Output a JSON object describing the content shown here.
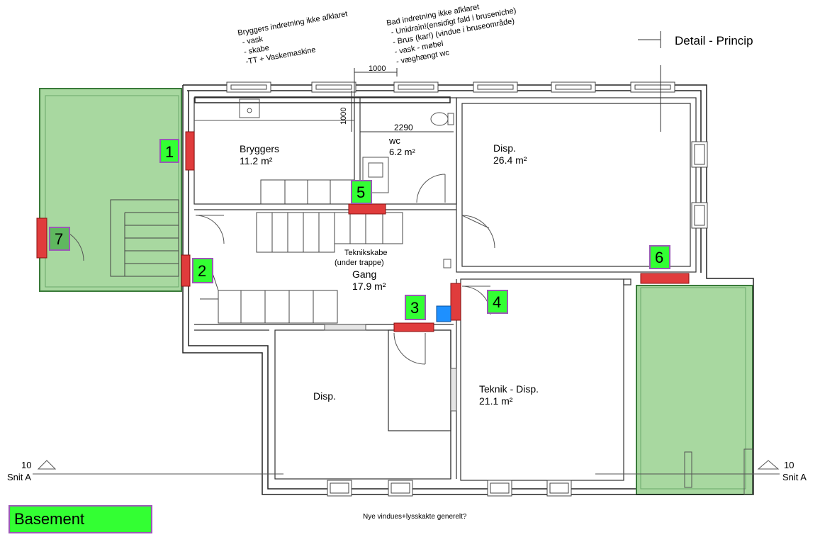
{
  "notes": {
    "bryggers": [
      "Bryggers indretning ikke afklaret",
      "- vask",
      "- skabe",
      "-TT + Vaskemaskine"
    ],
    "bad": [
      "Bad indretning ikke afklaret",
      "- Unidrain!(ensidigt fald i bruseniche)",
      "- Brus (kar!) (vindue i bruseområde)",
      "- vask - møbel",
      "- væghængt wc"
    ],
    "detail": "Detail - Princip",
    "bottom": "Nye vindues+lysskakte generelt?"
  },
  "dimensions": {
    "top": "1000",
    "side": "1000",
    "wc_width": "2290"
  },
  "rooms": [
    {
      "name": "Bryggers",
      "area": "11.2 m²"
    },
    {
      "name": "wc",
      "area": "6.2 m²"
    },
    {
      "name": "Disp.",
      "area": "26.4 m²"
    },
    {
      "name": "Teknikskabe",
      "area": "(under trappe)"
    },
    {
      "name": "Gang",
      "area": "17.9 m²"
    },
    {
      "name": "Disp.",
      "area": ""
    },
    {
      "name": "Teknik - Disp.",
      "area": "21.1 m²"
    }
  ],
  "markers": [
    "1",
    "2",
    "3",
    "4",
    "5",
    "6",
    "7"
  ],
  "section": {
    "number": "10",
    "label": "Snit A"
  },
  "legend": {
    "label": "Basement"
  },
  "colors": {
    "basement": "#5fbf5f",
    "marker_fill": "#33ff33",
    "marker_border": "#9b59b6",
    "opening": "#e03c3c",
    "blue_box": "#1e90ff"
  }
}
